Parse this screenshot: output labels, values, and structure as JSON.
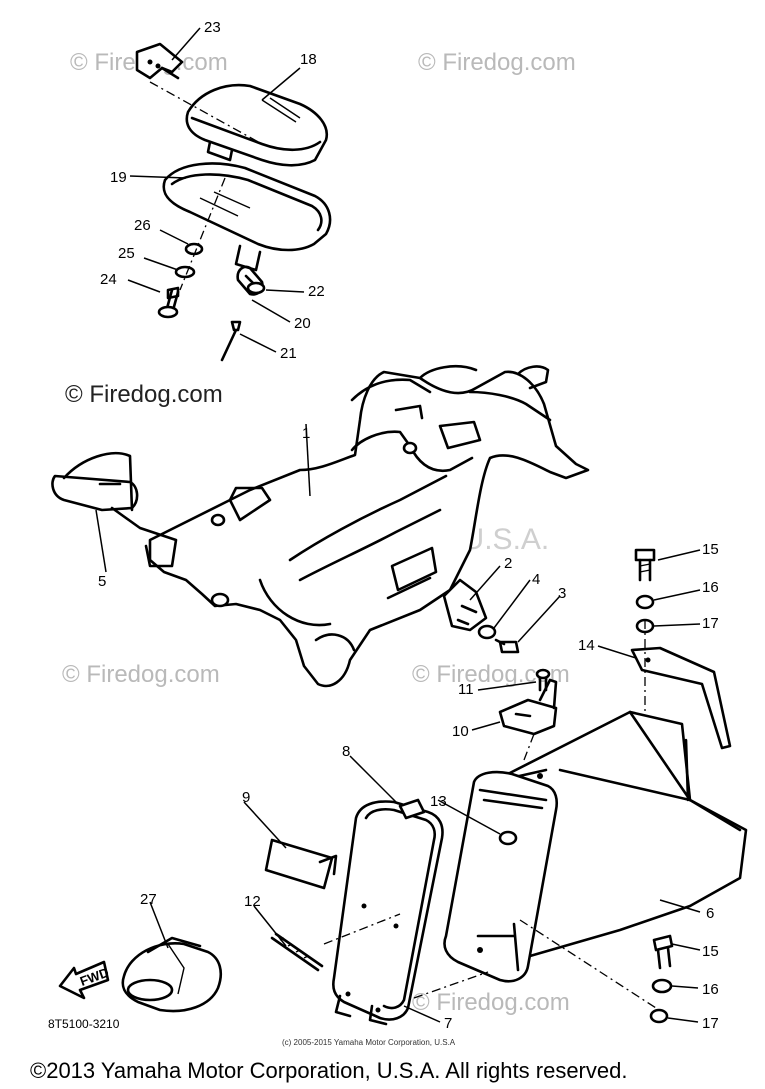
{
  "diagram": {
    "callouts": [
      {
        "id": "c23",
        "label": "23"
      },
      {
        "id": "c18",
        "label": "18"
      },
      {
        "id": "c19",
        "label": "19"
      },
      {
        "id": "c26",
        "label": "26"
      },
      {
        "id": "c25",
        "label": "25"
      },
      {
        "id": "c24",
        "label": "24"
      },
      {
        "id": "c22",
        "label": "22"
      },
      {
        "id": "c20",
        "label": "20"
      },
      {
        "id": "c21",
        "label": "21"
      },
      {
        "id": "c1",
        "label": "1"
      },
      {
        "id": "c5",
        "label": "5"
      },
      {
        "id": "c2",
        "label": "2"
      },
      {
        "id": "c4",
        "label": "4"
      },
      {
        "id": "c3",
        "label": "3"
      },
      {
        "id": "c15a",
        "label": "15"
      },
      {
        "id": "c16a",
        "label": "16"
      },
      {
        "id": "c17a",
        "label": "17"
      },
      {
        "id": "c14",
        "label": "14"
      },
      {
        "id": "c11",
        "label": "11"
      },
      {
        "id": "c10",
        "label": "10"
      },
      {
        "id": "c8",
        "label": "8"
      },
      {
        "id": "c13",
        "label": "13"
      },
      {
        "id": "c9",
        "label": "9"
      },
      {
        "id": "c27",
        "label": "27"
      },
      {
        "id": "c12",
        "label": "12"
      },
      {
        "id": "c6",
        "label": "6"
      },
      {
        "id": "c15b",
        "label": "15"
      },
      {
        "id": "c16b",
        "label": "16"
      },
      {
        "id": "c17b",
        "label": "17"
      },
      {
        "id": "c7",
        "label": "7"
      }
    ],
    "fwd_label": "FWD",
    "diagram_code": "8T5100-3210",
    "small_copyright": "(c) 2005-2015 Yamaha Motor Corporation, U.S.A",
    "footer_copyright": "©2013 Yamaha Motor Corporation, U.S.A. All rights reserved."
  },
  "watermarks": {
    "firedog_small": "© Firedog.com",
    "firedog_large": "© Firedog.com",
    "center_text": "Yamaha Motor Corp, U.S.A."
  },
  "colors": {
    "ink": "#000000",
    "watermark": "#b9b9b9",
    "background": "#ffffff"
  }
}
